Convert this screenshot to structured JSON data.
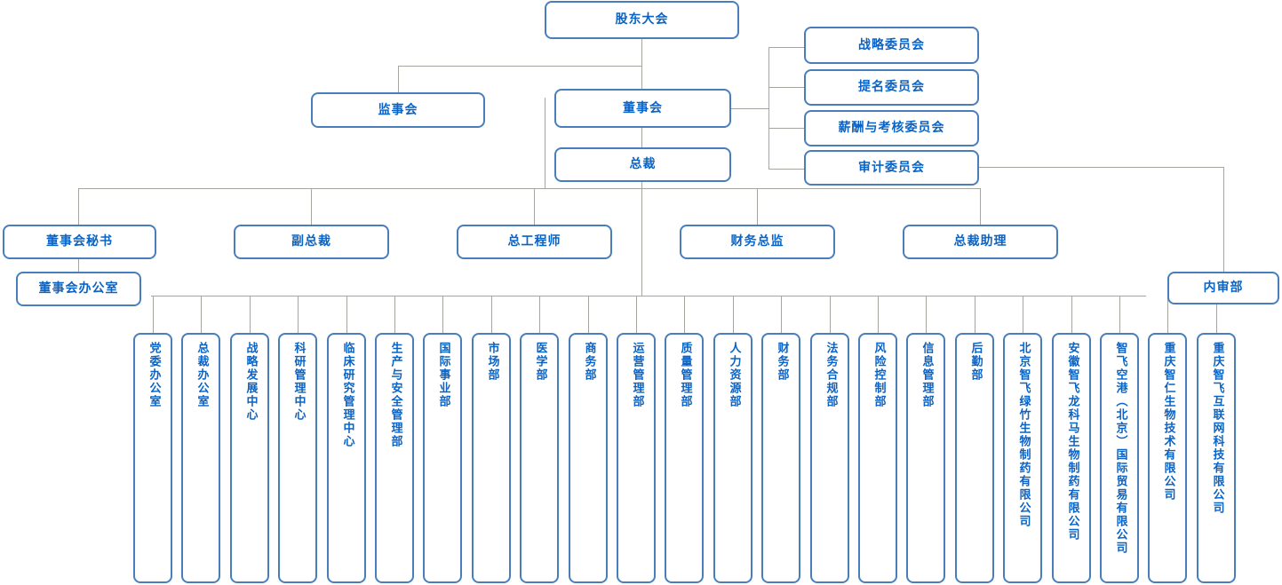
{
  "chart": {
    "title_top": "股东大会",
    "line_color": "#a6a6a0",
    "box_border_color": "#4a7ebb",
    "text_color": "#0b63c5"
  },
  "governance": {
    "shareholders_meeting": "股东大会",
    "supervisory_board": "监事会",
    "board_of_directors": "董事会",
    "president": "总裁"
  },
  "committees": [
    {
      "label": "战略委员会"
    },
    {
      "label": "提名委员会"
    },
    {
      "label": "薪酬与考核委员会"
    },
    {
      "label": "审计委员会"
    }
  ],
  "board_office": {
    "secretary": "董事会秘书",
    "office": "董事会办公室"
  },
  "executives": [
    {
      "label": "副总裁"
    },
    {
      "label": "总工程师"
    },
    {
      "label": "财务总监"
    },
    {
      "label": "总裁助理"
    }
  ],
  "internal_audit": {
    "label": "内审部"
  },
  "departments": [
    {
      "label": "党委办公室"
    },
    {
      "label": "总裁办公室"
    },
    {
      "label": "战略发展中心"
    },
    {
      "label": "科研管理中心"
    },
    {
      "label": "临床研究管理中心"
    },
    {
      "label": "生产与安全管理部"
    },
    {
      "label": "国际事业部"
    },
    {
      "label": "市场部"
    },
    {
      "label": "医学部"
    },
    {
      "label": "商务部"
    },
    {
      "label": "运营管理部"
    },
    {
      "label": "质量管理部"
    },
    {
      "label": "人力资源部"
    },
    {
      "label": "财务部"
    },
    {
      "label": "法务合规部"
    },
    {
      "label": "风险控制部"
    },
    {
      "label": "信息管理部"
    },
    {
      "label": "后勤部"
    },
    {
      "label": "北京智飞绿竹生物制药有限公司"
    },
    {
      "label": "安徽智飞龙科马生物制药有限公司"
    },
    {
      "label": "智飞空港（北京）国际贸易有限公司"
    },
    {
      "label": "重庆智仁生物技术有限公司"
    },
    {
      "label": "重庆智飞互联网科技有限公司"
    }
  ]
}
